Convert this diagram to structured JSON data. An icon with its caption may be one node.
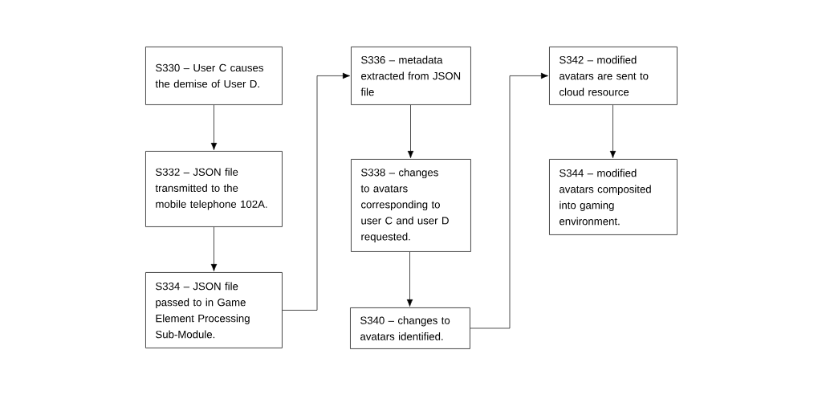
{
  "diagram": {
    "nodes": [
      {
        "text": [
          "S330 – User C causes the demise of User D."
        ]
      },
      {
        "text": [
          "S332 – JSON file transmitted to the mobile telephone 102A."
        ]
      },
      {
        "text": [
          "S334 – JSON file passed to in Game Element Processing Sub-Module."
        ]
      },
      {
        "text": [
          "S336 – metadata extracted from JSON file"
        ]
      },
      {
        "text": [
          "S338 – changes to avatars corresponding to user C and user D requested."
        ]
      },
      {
        "text": [
          "S340 – changes to avatars identified."
        ]
      },
      {
        "text": [
          "S342 – modified avatars are sent to cloud resource"
        ]
      },
      {
        "text": [
          "S344 – modified avatars composited into gaming environment."
        ]
      }
    ],
    "edges": [
      {
        "from": 0,
        "to": 1,
        "arrow": "to"
      },
      {
        "from": 1,
        "to": 2,
        "arrow": "to"
      },
      {
        "from": 2,
        "to": 3,
        "arrow": "to"
      },
      {
        "from": 3,
        "to": 4,
        "arrow": "to"
      },
      {
        "from": 4,
        "to": 5,
        "arrow": "to"
      },
      {
        "from": 5,
        "to": 6,
        "arrow": "to"
      },
      {
        "from": 6,
        "to": 7,
        "arrow": "to"
      }
    ]
  }
}
